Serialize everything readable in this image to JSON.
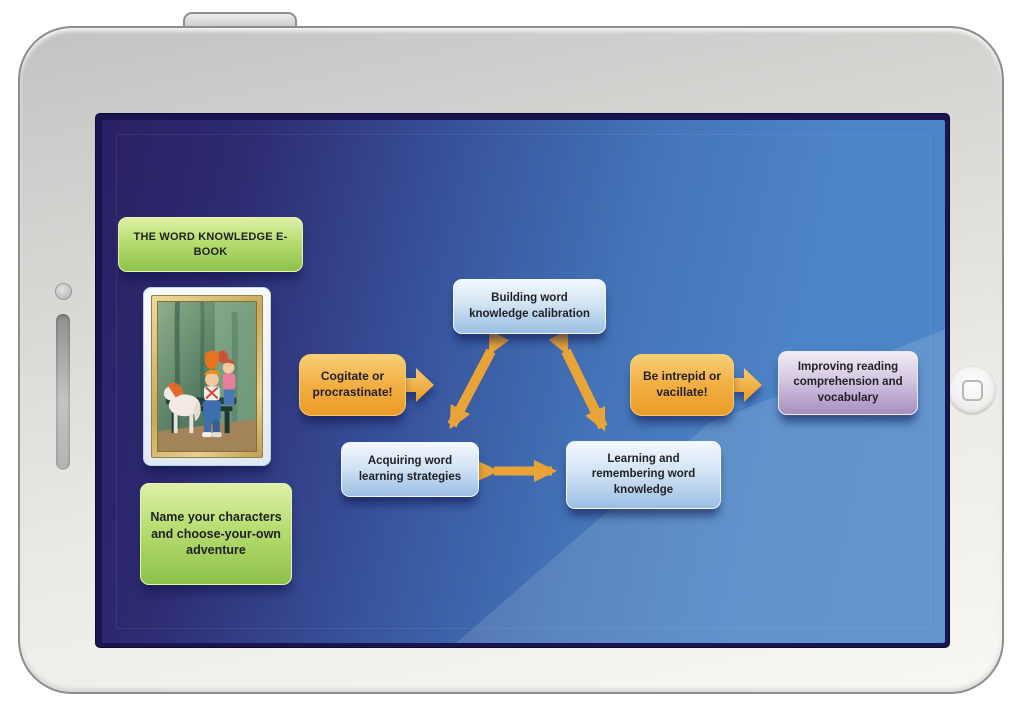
{
  "device": {
    "type": "tablet-landscape",
    "hardware": {
      "power_button": "power-button",
      "front_camera": "camera-icon",
      "speaker": "speaker-grille",
      "home_button": "home-button-icon"
    }
  },
  "colors": {
    "screen_indigo": "#2a2163",
    "screen_blue": "#4d85c7",
    "green_box": "#9ccb52",
    "blue_box": "#aecbe9",
    "orange_box": "#f0a93a",
    "purple_box": "#b9a4d0",
    "arrow": "#e8a436"
  },
  "diagram": {
    "title_box": {
      "label": "THE WORD KNOWLEDGE E-BOOK",
      "color": "green"
    },
    "picture": {
      "description": "framed-illustration-children-and-pony"
    },
    "name_box": {
      "label": "Name your characters and choose-your-own adventure",
      "color": "green"
    },
    "nodes": [
      {
        "id": "cogitate",
        "label": "Cogitate or procrastinate!",
        "color": "orange",
        "shape": "rounded-rect-with-right-block-arrow"
      },
      {
        "id": "building",
        "label": "Building word knowledge calibration",
        "color": "blue"
      },
      {
        "id": "acquiring",
        "label": "Acquiring word learning strategies",
        "color": "blue"
      },
      {
        "id": "learning",
        "label": "Learning and remembering word knowledge",
        "color": "blue"
      },
      {
        "id": "intrepid",
        "label": "Be intrepid or vacillate!",
        "color": "orange",
        "shape": "rounded-rect-with-right-block-arrow"
      },
      {
        "id": "improving",
        "label": "Improving reading comprehension and vocabulary",
        "color": "purple"
      }
    ],
    "connections": [
      {
        "from": "building",
        "to": "acquiring",
        "style": "double-headed-arrow"
      },
      {
        "from": "building",
        "to": "learning",
        "style": "double-headed-arrow"
      },
      {
        "from": "acquiring",
        "to": "learning",
        "style": "double-headed-arrow"
      },
      {
        "from": "cogitate",
        "to": "triangle-cycle",
        "style": "block-arrow-right"
      },
      {
        "from": "intrepid",
        "to": "improving",
        "style": "block-arrow-right"
      }
    ]
  }
}
